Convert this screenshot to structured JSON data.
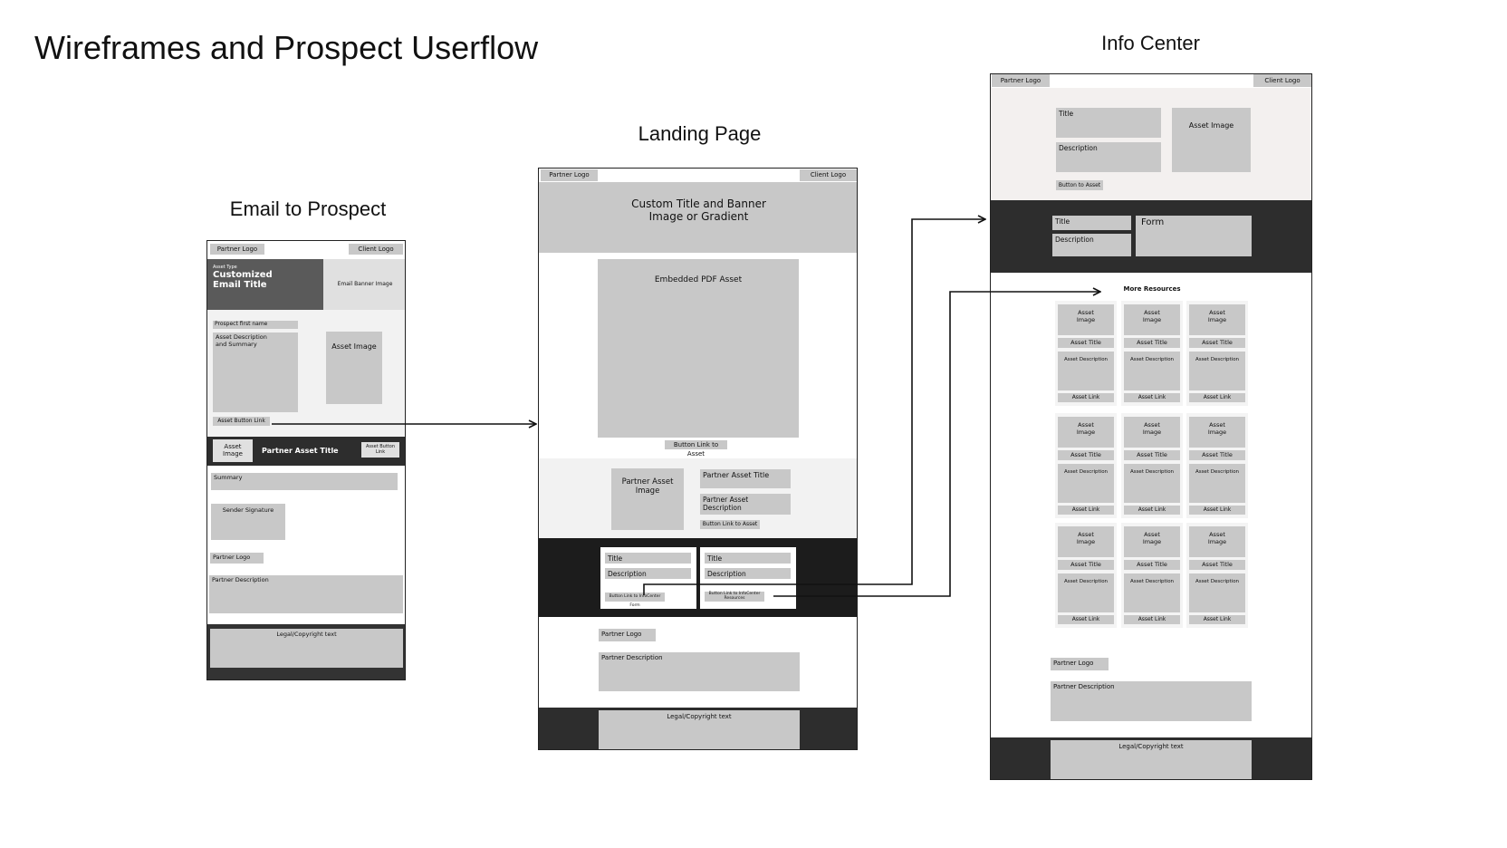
{
  "page_title": "Wireframes and Prospect Userflow",
  "email": {
    "heading": "Email to Prospect",
    "partner_logo": "Partner Logo",
    "client_logo": "Client Logo",
    "asset_type": "Asset Type",
    "title_line1": "Customized",
    "title_line2": "Email Title",
    "banner_image": "Email Banner Image",
    "prospect_first_name": "Prospect first name",
    "asset_description_line1": "Asset Description",
    "asset_description_line2": "and Summary",
    "asset_image": "Asset Image",
    "asset_button_link": "Asset Button Link",
    "partner_asset_image_line1": "Asset",
    "partner_asset_image_line2": "Image",
    "partner_asset_title": "Partner Asset Title",
    "asset_button_line1": "Asset Button",
    "asset_button_line2": "Link",
    "summary": "Summary",
    "sender_signature": "Sender Signature",
    "footer_partner_logo": "Partner Logo",
    "partner_description": "Partner Description",
    "legal": "Legal/Copyright text"
  },
  "landing": {
    "heading": "Landing Page",
    "partner_logo": "Partner Logo",
    "client_logo": "Client Logo",
    "banner_line1": "Custom Title and Banner",
    "banner_line2": "Image or Gradient",
    "embedded_pdf": "Embedded PDF Asset",
    "button_link_to_asset": "Button Link to Asset",
    "partner_asset_image_line1": "Partner Asset",
    "partner_asset_image_line2": "Image",
    "partner_asset_title": "Partner Asset Title",
    "partner_asset_description": "Partner Asset Description",
    "button_link_to_asset_2": "Button Link to Asset",
    "card1_title": "Title",
    "card1_description": "Description",
    "card1_button": "Button Link to InfoCenter Form",
    "card2_title": "Title",
    "card2_description": "Description",
    "card2_button_line1": "Button Link to InfoCenter",
    "card2_button_line2": "Resources",
    "footer_partner_logo": "Partner Logo",
    "partner_description": "Partner Description",
    "legal": "Legal/Copyright text"
  },
  "info": {
    "heading": "Info Center",
    "partner_logo": "Partner Logo",
    "client_logo": "Client Logo",
    "title": "Title",
    "description": "Description",
    "asset_image": "Asset Image",
    "button_to_asset": "Button to Asset",
    "form_title": "Title",
    "form_description": "Description",
    "form": "Form",
    "more_resources": "More Resources",
    "resources": [
      {
        "image_line1": "Asset",
        "image_line2": "Image",
        "title": "Asset Title",
        "description": "Asset Description",
        "link": "Asset Link"
      },
      {
        "image_line1": "Asset",
        "image_line2": "Image",
        "title": "Asset Title",
        "description": "Asset Description",
        "link": "Asset Link"
      },
      {
        "image_line1": "Asset",
        "image_line2": "Image",
        "title": "Asset Title",
        "description": "Asset Description",
        "link": "Asset Link"
      },
      {
        "image_line1": "Asset",
        "image_line2": "Image",
        "title": "Asset Title",
        "description": "Asset Description",
        "link": "Asset Link"
      },
      {
        "image_line1": "Asset",
        "image_line2": "Image",
        "title": "Asset Title",
        "description": "Asset Description",
        "link": "Asset Link"
      },
      {
        "image_line1": "Asset",
        "image_line2": "Image",
        "title": "Asset Title",
        "description": "Asset Description",
        "link": "Asset Link"
      },
      {
        "image_line1": "Asset",
        "image_line2": "Image",
        "title": "Asset Title",
        "description": "Asset Description",
        "link": "Asset Link"
      },
      {
        "image_line1": "Asset",
        "image_line2": "Image",
        "title": "Asset Title",
        "description": "Asset Description",
        "link": "Asset Link"
      },
      {
        "image_line1": "Asset",
        "image_line2": "Image",
        "title": "Asset Title",
        "description": "Asset Description",
        "link": "Asset Link"
      }
    ],
    "footer_partner_logo": "Partner Logo",
    "partner_description": "Partner Description",
    "legal": "Legal/Copyright text"
  }
}
